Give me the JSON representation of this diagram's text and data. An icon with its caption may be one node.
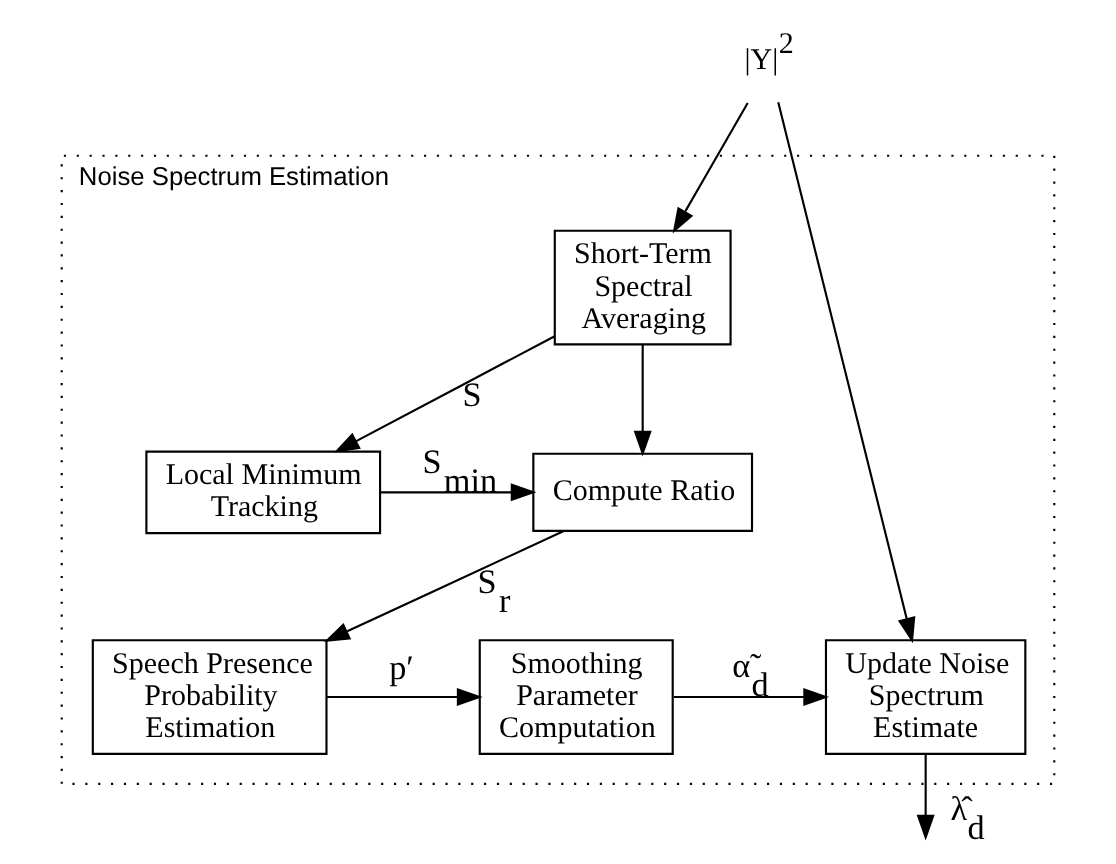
{
  "diagram": {
    "nodes": [
      {
        "text": [
          "Noise Spectrum Estimation"
        ]
      },
      {
        "text": [
          "|Y|$^{2}$"
        ]
      },
      {
        "text": [
          "Short-Term Spectral Averaging"
        ],
        "in": 0
      },
      {
        "text": [
          "Local Minimum Tracking"
        ],
        "in": 0
      },
      {
        "text": [
          "Compute Ratio"
        ],
        "in": 0
      },
      {
        "text": [
          "Speech Presence Probability Estimation"
        ],
        "in": 0
      },
      {
        "text": [
          "Smoothing Parameter Computation"
        ],
        "in": 0
      },
      {
        "text": [
          "Update Noise Spectrum Estimate"
        ],
        "in": 0
      }
    ],
    "edges": [
      {
        "from": 1,
        "to": 2,
        "arrow": "to"
      },
      {
        "from": 1,
        "to": 7,
        "arrow": "to"
      },
      {
        "from": 2,
        "to": 3,
        "arrow": "to",
        "label": "S"
      },
      {
        "from": 2,
        "to": 4,
        "arrow": "to"
      },
      {
        "from": 3,
        "to": 4,
        "arrow": "to",
        "label": "S$_{min}$"
      },
      {
        "from": 4,
        "to": 5,
        "arrow": "to",
        "label": "S$_{r}$"
      },
      {
        "from": 5,
        "to": 6,
        "arrow": "to",
        "label": "p′"
      },
      {
        "from": 6,
        "to": 7,
        "arrow": "to",
        "label": "α̃$_{d}$"
      },
      {
        "from": 7,
        "to": null,
        "arrow": "to",
        "label": "λ̂$_{d}$"
      }
    ]
  }
}
